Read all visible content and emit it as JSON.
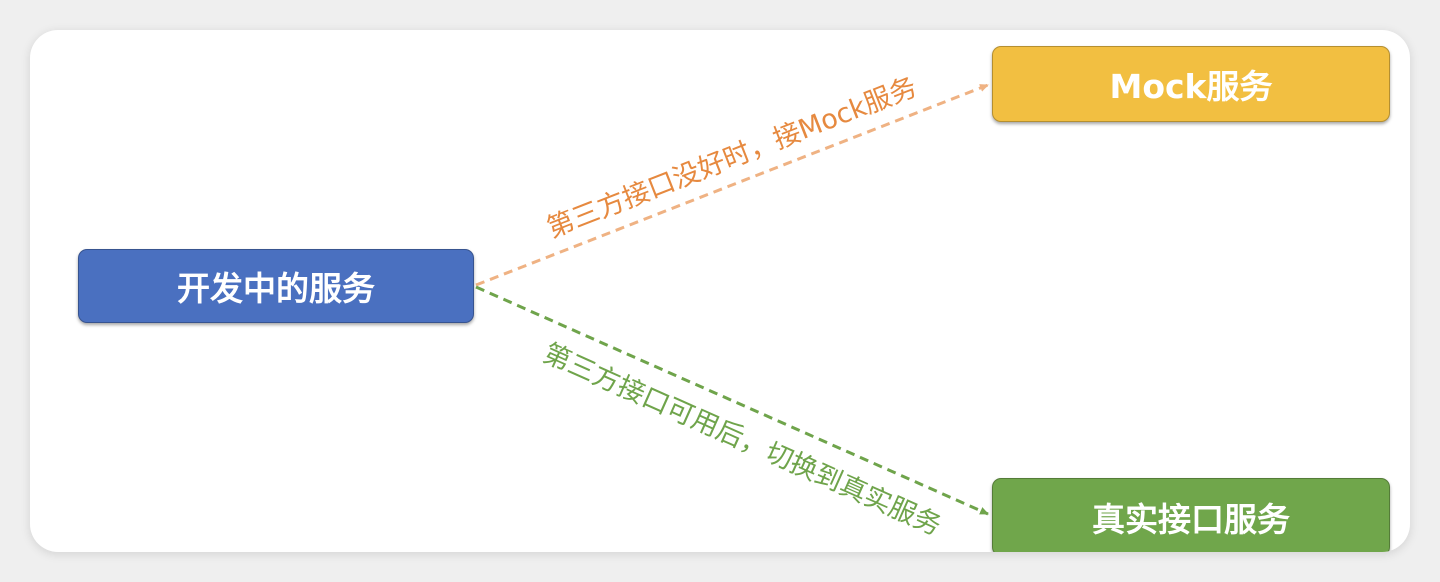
{
  "nodes": {
    "dev_service": {
      "label": "开发中的服务",
      "color": "#4A70C0"
    },
    "mock_service": {
      "label": "Mock服务",
      "color": "#F2BF41"
    },
    "real_service": {
      "label": "真实接口服务",
      "color": "#70A64B"
    }
  },
  "edges": {
    "to_mock": {
      "label": "第三方接口没好时，接Mock服务",
      "text_color": "#E6893F",
      "line_color": "#EFB283"
    },
    "to_real": {
      "label": "第三方接口可用后，切换到真实服务",
      "text_color": "#6FA44B",
      "line_color": "#6FA44B"
    }
  }
}
